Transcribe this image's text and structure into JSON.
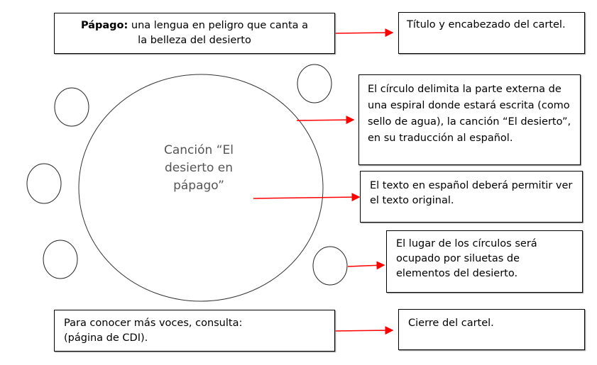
{
  "title_box": {
    "bold": "Pápago:",
    "text": " una lengua en peligro que canta a la belleza del desierto"
  },
  "center_circle": {
    "lines": [
      "Canción “El",
      "desierto en",
      "pápago”"
    ]
  },
  "notes": [
    "Título y encabezado del cartel.",
    "El círculo delimita la parte externa de una espiral donde estará escrita (como sello de agua), la canción “El desierto”, en su traducción al español.",
    "El texto en español deberá permitir ver el texto original.",
    "El lugar de los círculos será ocupado por siluetas de elementos del desierto.",
    "Cierre del cartel."
  ],
  "footer_box": {
    "line1": "Para conocer más voces, consulta:",
    "line2": "(página de CDI)."
  },
  "colors": {
    "arrow": "#ff0000",
    "circle_text": "#555555"
  }
}
